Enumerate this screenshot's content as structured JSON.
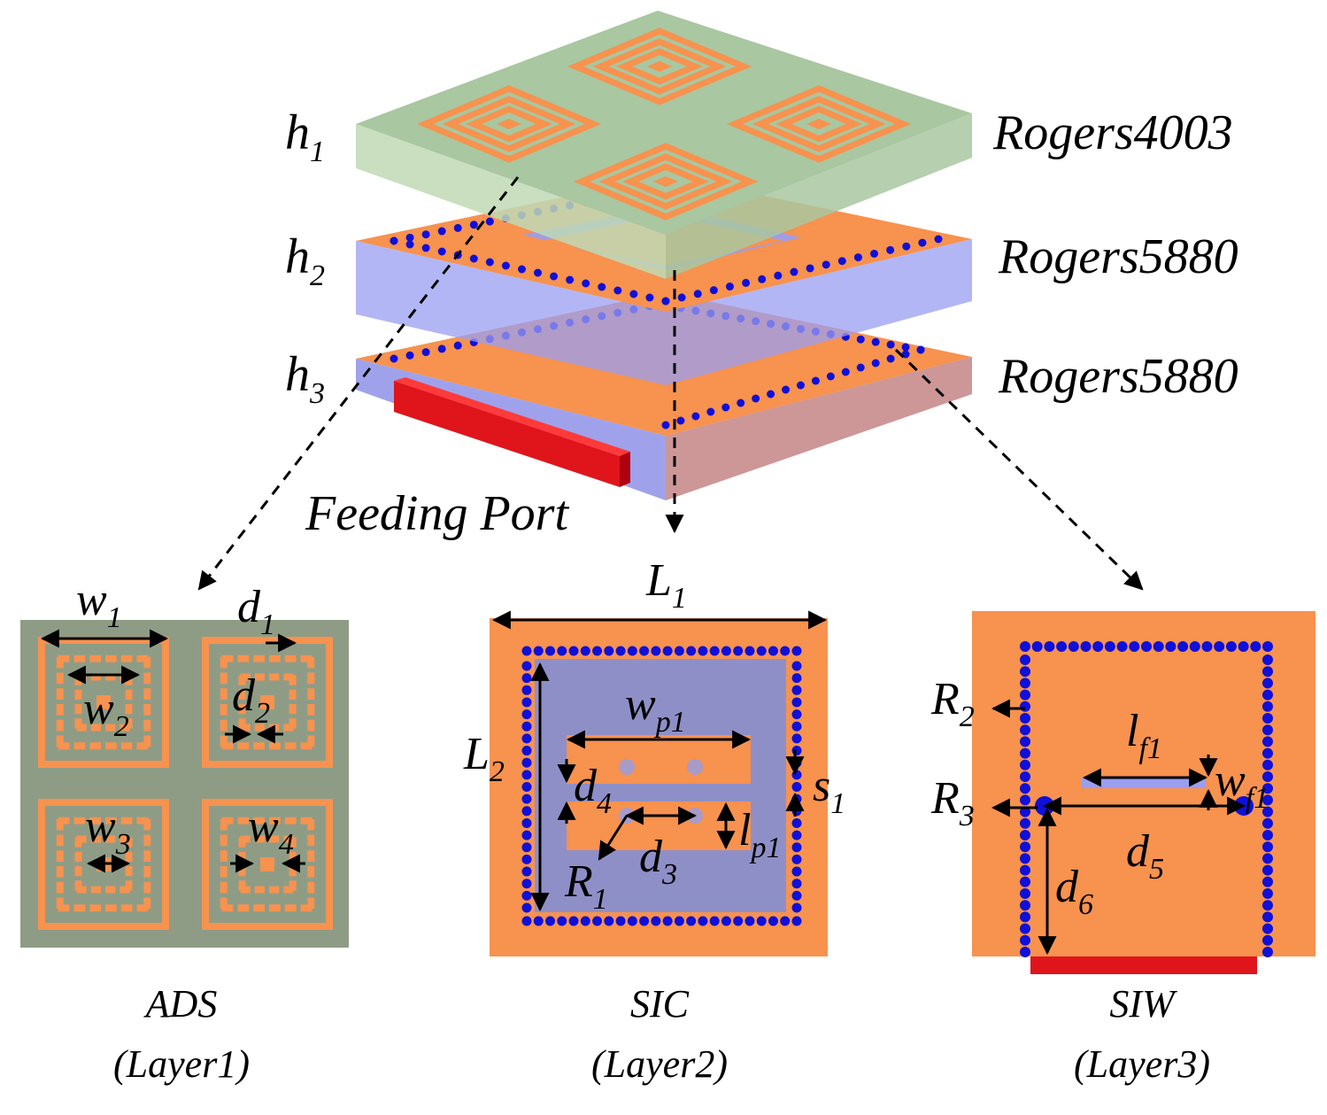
{
  "layers": {
    "h1": {
      "symbol": "h",
      "index": "1",
      "material": "Rogers4003"
    },
    "h2": {
      "symbol": "h",
      "index": "2",
      "material": "Rogers5880"
    },
    "h3": {
      "symbol": "h",
      "index": "3",
      "material": "Rogers5880"
    }
  },
  "feeding_port": "Feeding Port",
  "panels": {
    "ads": {
      "name": "ADS",
      "layer": "(Layer1)"
    },
    "sic": {
      "name": "SIC",
      "layer": "(Layer2)"
    },
    "siw": {
      "name": "SIW",
      "layer": "(Layer3)"
    }
  },
  "dims": {
    "w1": {
      "main": "w",
      "sub": "1"
    },
    "d1": {
      "main": "d",
      "sub": "1"
    },
    "w2": {
      "main": "w",
      "sub": "2"
    },
    "d2": {
      "main": "d",
      "sub": "2"
    },
    "w3": {
      "main": "w",
      "sub": "3"
    },
    "w4": {
      "main": "w",
      "sub": "4"
    },
    "L1": {
      "main": "L",
      "sub": "1"
    },
    "L2": {
      "main": "L",
      "sub": "2"
    },
    "wp1": {
      "main": "w",
      "sub": "p1"
    },
    "d4": {
      "main": "d",
      "sub": "4"
    },
    "s1": {
      "main": "s",
      "sub": "1"
    },
    "lp1": {
      "main": "l",
      "sub": "p1"
    },
    "d3": {
      "main": "d",
      "sub": "3"
    },
    "R1": {
      "main": "R",
      "sub": "1"
    },
    "R2": {
      "main": "R",
      "sub": "2"
    },
    "R3": {
      "main": "R",
      "sub": "3"
    },
    "lf1": {
      "main": "l",
      "sub": "f1"
    },
    "wf1": {
      "main": "w",
      "sub": "f1"
    },
    "d5": {
      "main": "d",
      "sub": "5"
    },
    "d6": {
      "main": "d",
      "sub": "6"
    }
  },
  "colors": {
    "copper": "#F7924F",
    "substrate_top": "#A9C7A0",
    "ads_panel": "#8E9C86",
    "rogers5880": "#9A9DF2",
    "via": "#1010D8",
    "port": "#E0141B",
    "sic_cavity": "#8F8FC8"
  }
}
